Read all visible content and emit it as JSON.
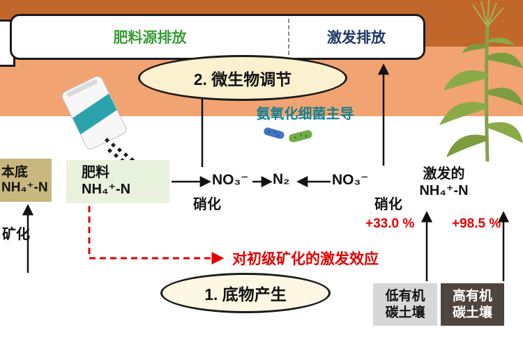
{
  "header": {
    "left_label": "肥料源排放",
    "right_label": "激发排放"
  },
  "ovals": {
    "microbial": "2. 微生物调节",
    "substrate": "1. 底物产生"
  },
  "bacteria_caption": "氨氧化细菌主导",
  "pools": {
    "background": {
      "line1": "本底",
      "line2": "NH₄⁺-N"
    },
    "fertilizer": {
      "line1": "肥料",
      "line2": "NH₄⁺-N"
    },
    "primed": {
      "line1": "激发的",
      "line2": "NH₄⁺-N"
    }
  },
  "chemistry": {
    "no3_left": "NO₃⁻",
    "n2": "N₂",
    "no3_right": "NO₃⁻"
  },
  "process_labels": {
    "nitrification_left": "硝化",
    "nitrification_right": "硝化",
    "mineralization": "矿化"
  },
  "priming": {
    "effect_label": "对初级矿化的激发效应",
    "low_soil_pct": "+33.0 %",
    "high_soil_pct": "+98.5 %"
  },
  "soils": {
    "low": {
      "line1": "低有机",
      "line2": "碳土壤"
    },
    "high": {
      "line1": "高有机",
      "line2": "碳土壤"
    }
  },
  "icons": {
    "fertilizer_bag": "fertilizer-bag",
    "bacterium_blue": "bacterium-rod-blue",
    "bacterium_green": "bacterium-rod-green",
    "corn": "corn-plant"
  },
  "colors": {
    "emission_green": "#3A9D36",
    "emission_navy": "#1F3864",
    "bacteria_teal": "#177F8D",
    "alert_red": "#E00000",
    "soil_band_light": "#F2A372",
    "soil_band_dark": "#C2672B",
    "oval_cream": "#FBF1CE",
    "fertilizer_box_green": "#E9F2DC",
    "background_box_tan": "#C8B87E",
    "low_soil_gray": "#D7D7D7",
    "high_soil_dark": "#50443E"
  }
}
